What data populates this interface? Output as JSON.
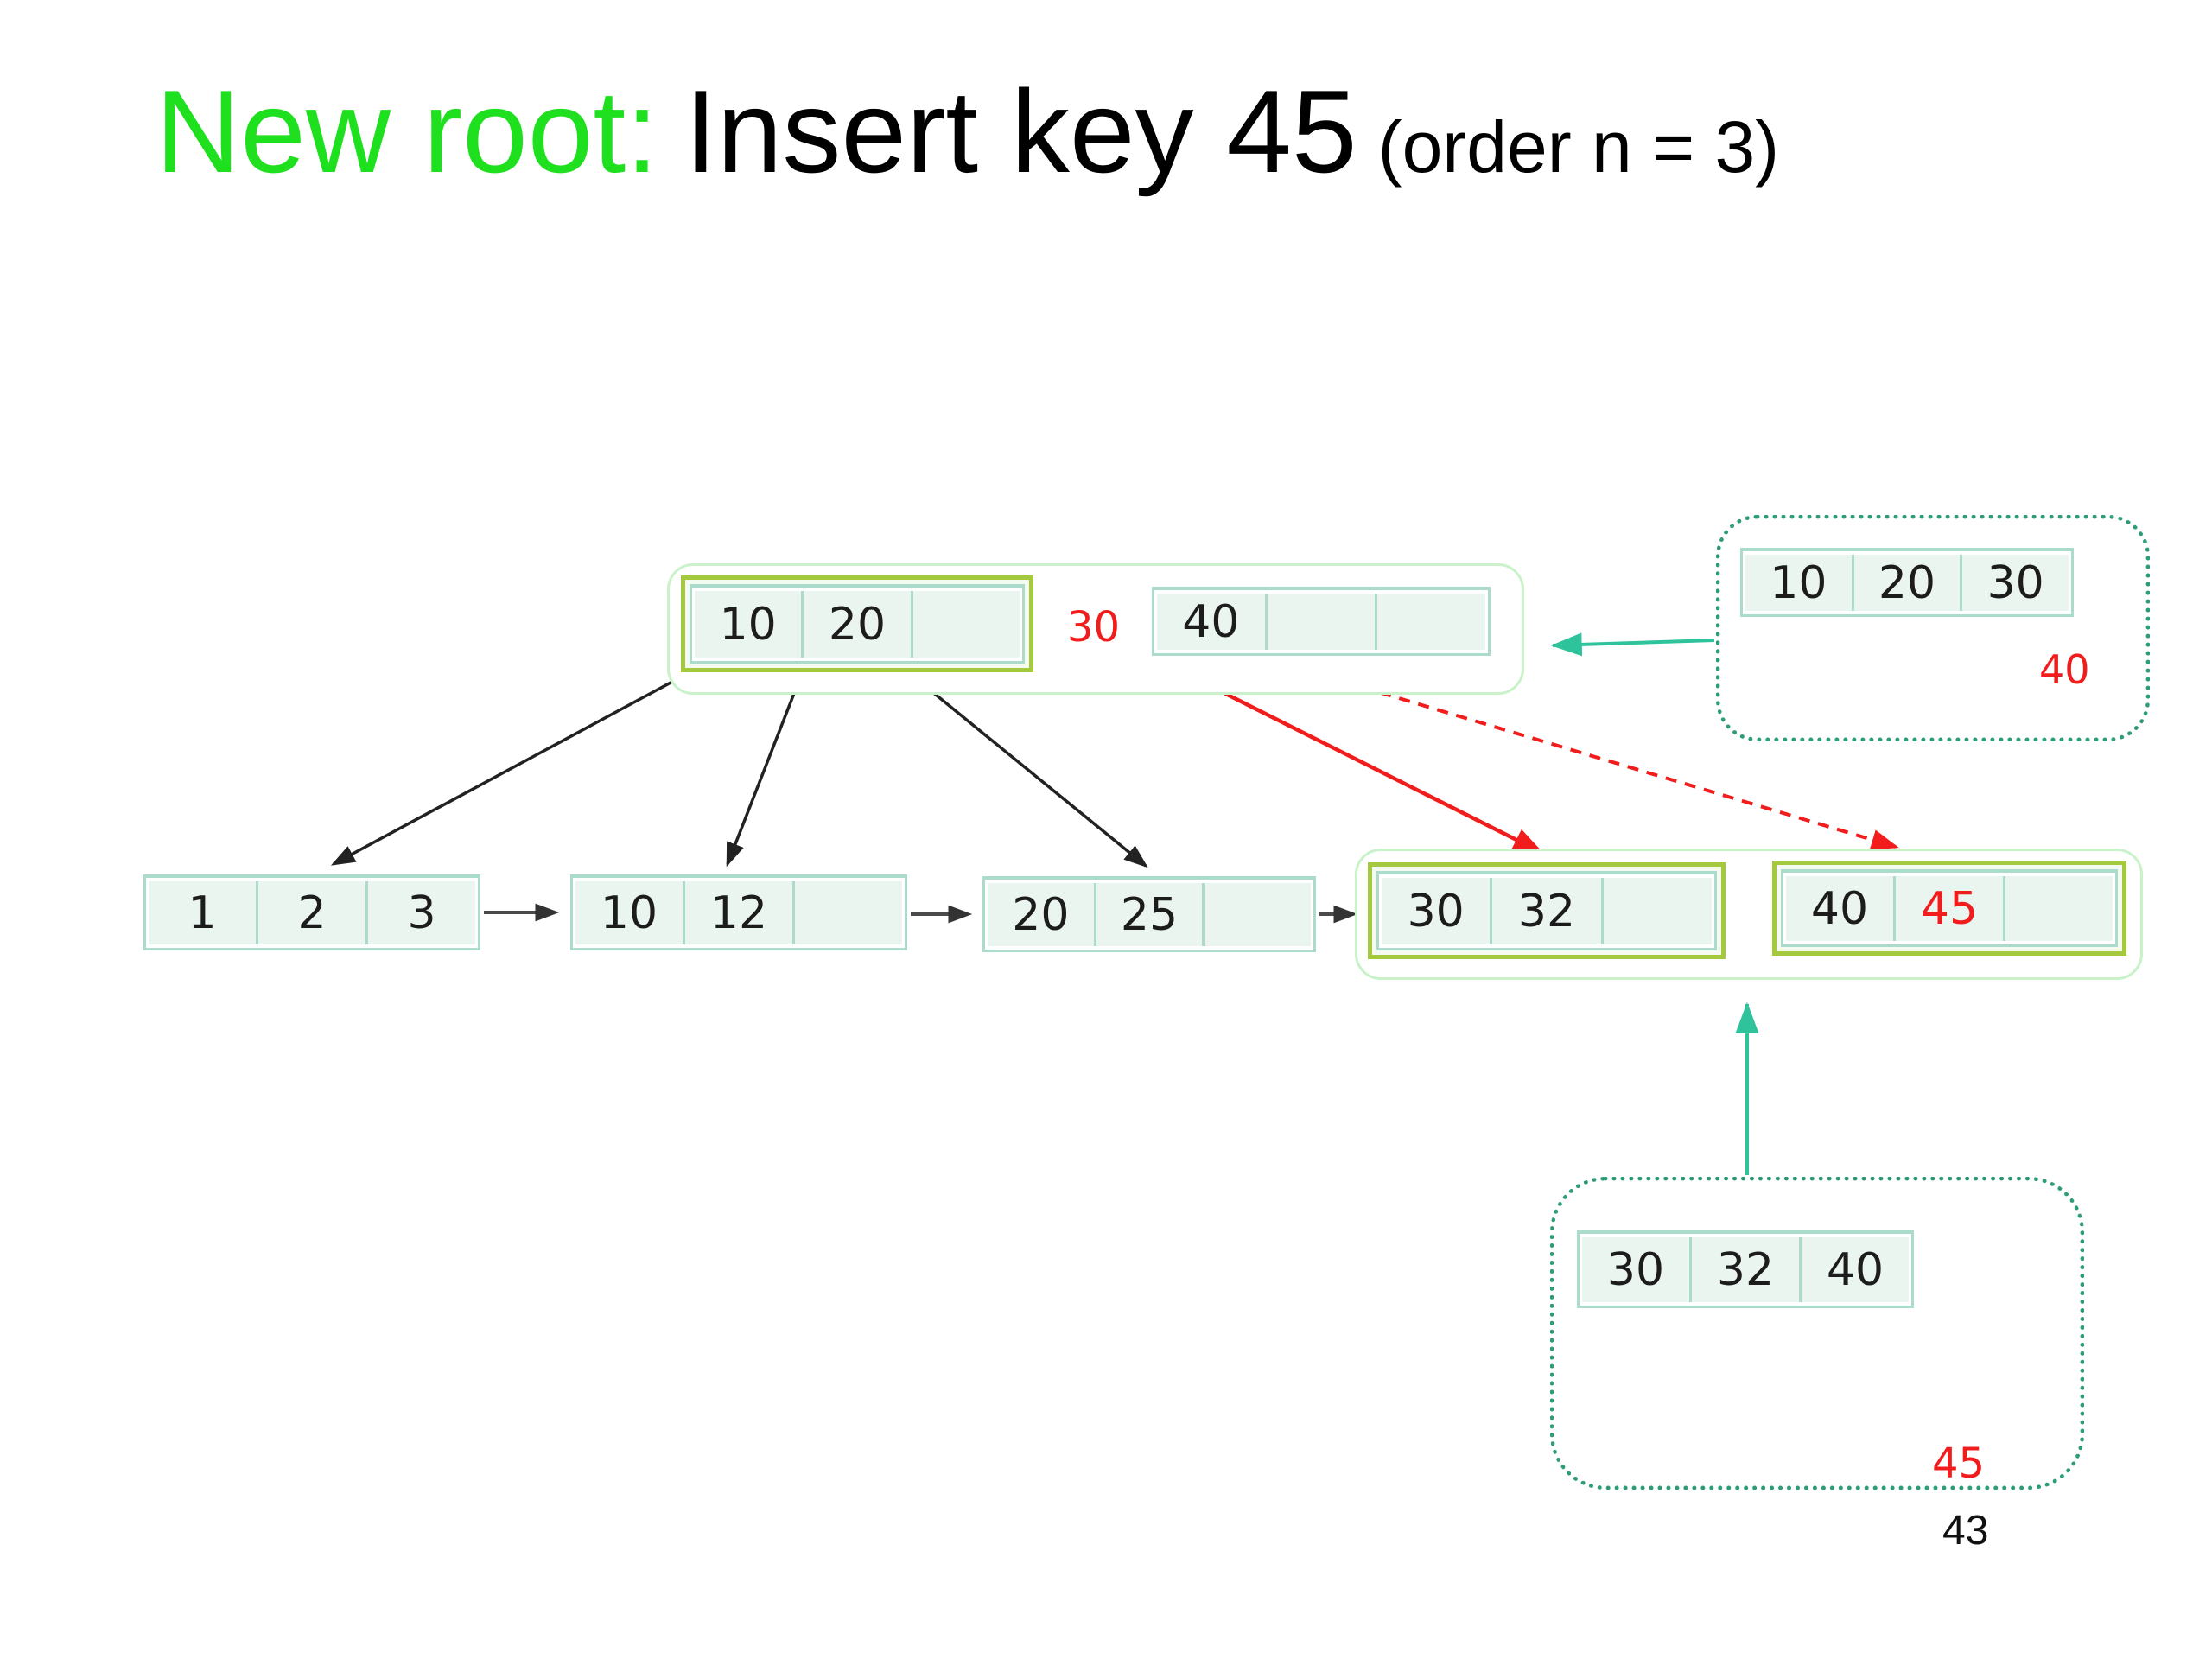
{
  "title": {
    "highlight": "New root:",
    "main": "Insert key 45",
    "suffix": "(order n = 3)"
  },
  "page_number": "43",
  "colors": {
    "title_highlight_green": "#1FE01F",
    "red_accent": "#F11C1C",
    "highlight_node_border_olive": "#A4C93F",
    "node_border_teal": "#ABDCCB",
    "node_fill_mint": "#EAF5F0",
    "group_outline_light_green": "#C9F2C9",
    "memo_box_dotted_teal": "#2E9D77",
    "teal_arrow": "#2EC39B"
  },
  "diagram": {
    "root_group": {
      "left_node": {
        "cells": [
          "10",
          "20",
          ""
        ]
      },
      "promoted_key": "30",
      "right_node": {
        "cells": [
          "40",
          "",
          ""
        ]
      }
    },
    "split_memo_top": {
      "node": {
        "cells": [
          "10",
          "20",
          "30"
        ]
      },
      "inserted_key": "40"
    },
    "leaves": {
      "leaf1": {
        "cells": [
          "1",
          "2",
          "3"
        ]
      },
      "leaf2": {
        "cells": [
          "10",
          "12",
          ""
        ]
      },
      "leaf3": {
        "cells": [
          "20",
          "25",
          ""
        ]
      },
      "leaf4": {
        "cells": [
          "30",
          "32",
          ""
        ]
      },
      "leaf5": {
        "cells": [
          "40",
          "45",
          ""
        ]
      }
    },
    "split_memo_bottom": {
      "node": {
        "cells": [
          "30",
          "32",
          "40"
        ]
      },
      "inserted_key": "45"
    }
  }
}
